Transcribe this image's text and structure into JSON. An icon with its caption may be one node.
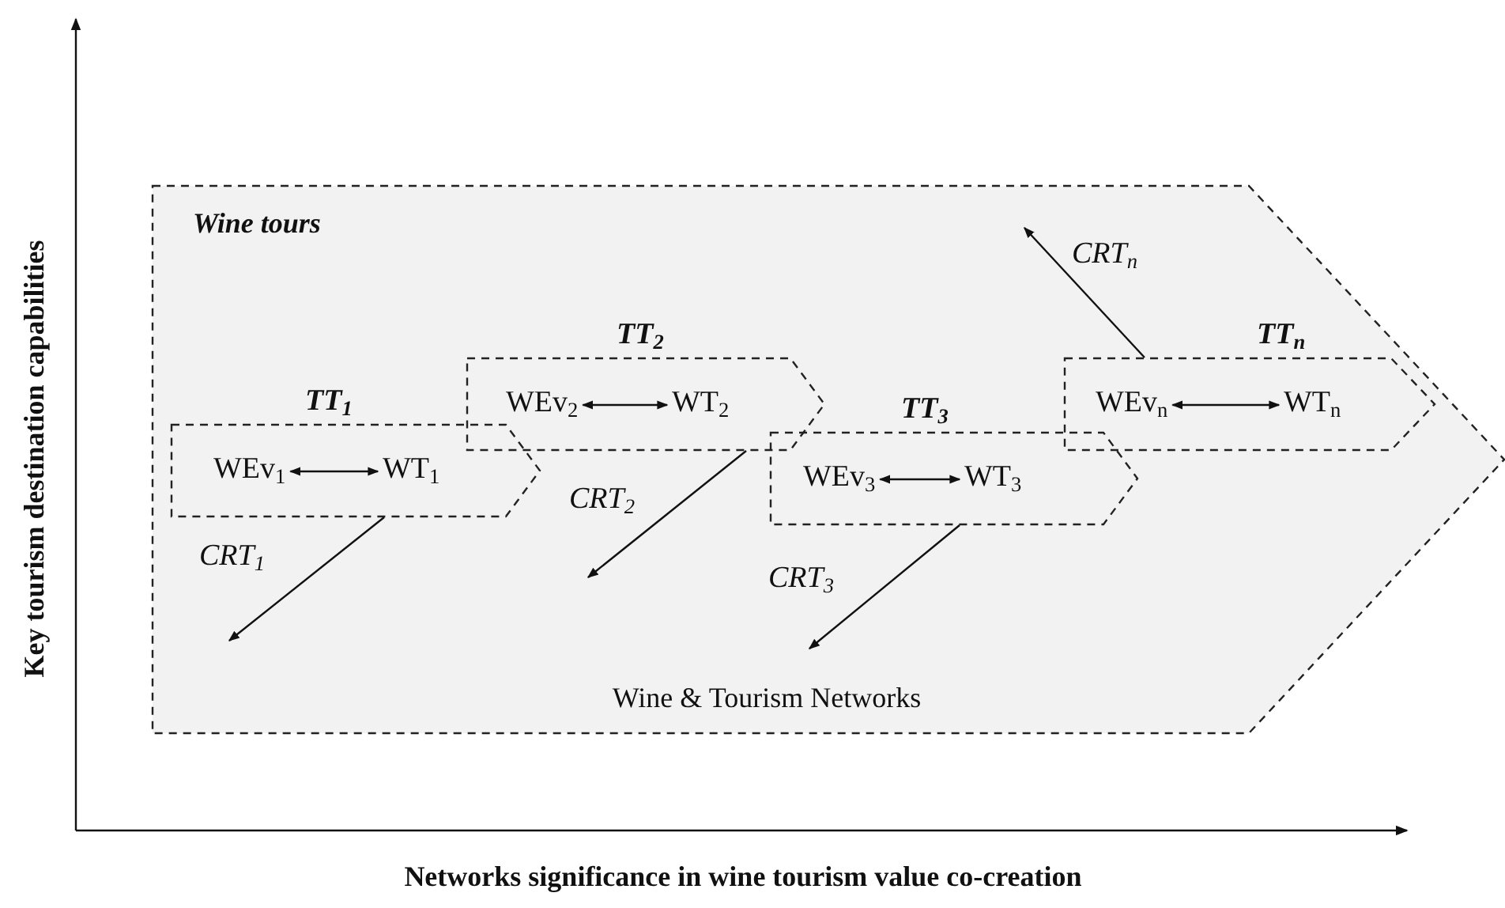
{
  "diagram": {
    "nodes": [
      {
        "text": [
          "Wine tours",
          "Wine & Tourism Networks"
        ]
      },
      {
        "text": [
          "TT$_{1}$"
        ],
        "in": 0
      },
      {
        "text": [
          "WEv$_{1}$"
        ],
        "in": 1
      },
      {
        "text": [
          "WT$_{1}$"
        ],
        "in": 1
      },
      {
        "text": [
          "TT$_{2}$"
        ],
        "in": 0
      },
      {
        "text": [
          "WEv$_{2}$"
        ],
        "in": 4
      },
      {
        "text": [
          "WT$_{2}$"
        ],
        "in": 4
      },
      {
        "text": [
          "TT$_{3}$"
        ],
        "in": 0
      },
      {
        "text": [
          "WEv$_{3}$"
        ],
        "in": 7
      },
      {
        "text": [
          "WT$_{3}$"
        ],
        "in": 7
      },
      {
        "text": [
          "TT$_{n}$"
        ],
        "in": 0
      },
      {
        "text": [
          "WEv$_{n}$"
        ],
        "in": 10
      },
      {
        "text": [
          "WT$_{n}$"
        ],
        "in": 10
      }
    ],
    "edges": [
      {
        "from": 2,
        "to": 3,
        "arrow": "both"
      },
      {
        "from": 5,
        "to": 6,
        "arrow": "both"
      },
      {
        "from": 8,
        "to": 9,
        "arrow": "both"
      },
      {
        "from": 11,
        "to": 12,
        "arrow": "both"
      },
      {
        "from": 1,
        "to": null,
        "arrow": "to",
        "label": "CRT$_{1}$"
      },
      {
        "from": 4,
        "to": null,
        "arrow": "to",
        "label": "CRT$_{2}$"
      },
      {
        "from": 7,
        "to": null,
        "arrow": "to",
        "label": "CRT$_{3}$"
      },
      {
        "from": 10,
        "to": null,
        "arrow": "to",
        "label": "CRT$_{n}$"
      }
    ],
    "labels": [
      "Key tourism destination capabilities",
      "Networks significance in wine tourism value co-creation"
    ]
  }
}
